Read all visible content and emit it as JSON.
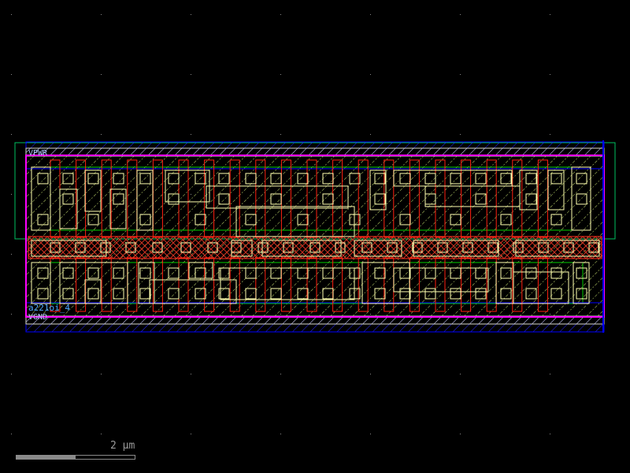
{
  "cell": {
    "name": "a221oi_4",
    "power_pin": "VPWR",
    "ground_pin": "VGND"
  },
  "scale_bar": {
    "label": "2 μm",
    "fill_fraction": 0.5
  },
  "colors": {
    "background": "#000000",
    "boundary": "#ff00ff",
    "metal1": "#0000ff",
    "poly": "#ff0000",
    "diffusion": "#00cc00",
    "local_interconnect": "#ffffb0",
    "nwell": "#00c060",
    "label": "#4da6ff"
  }
}
